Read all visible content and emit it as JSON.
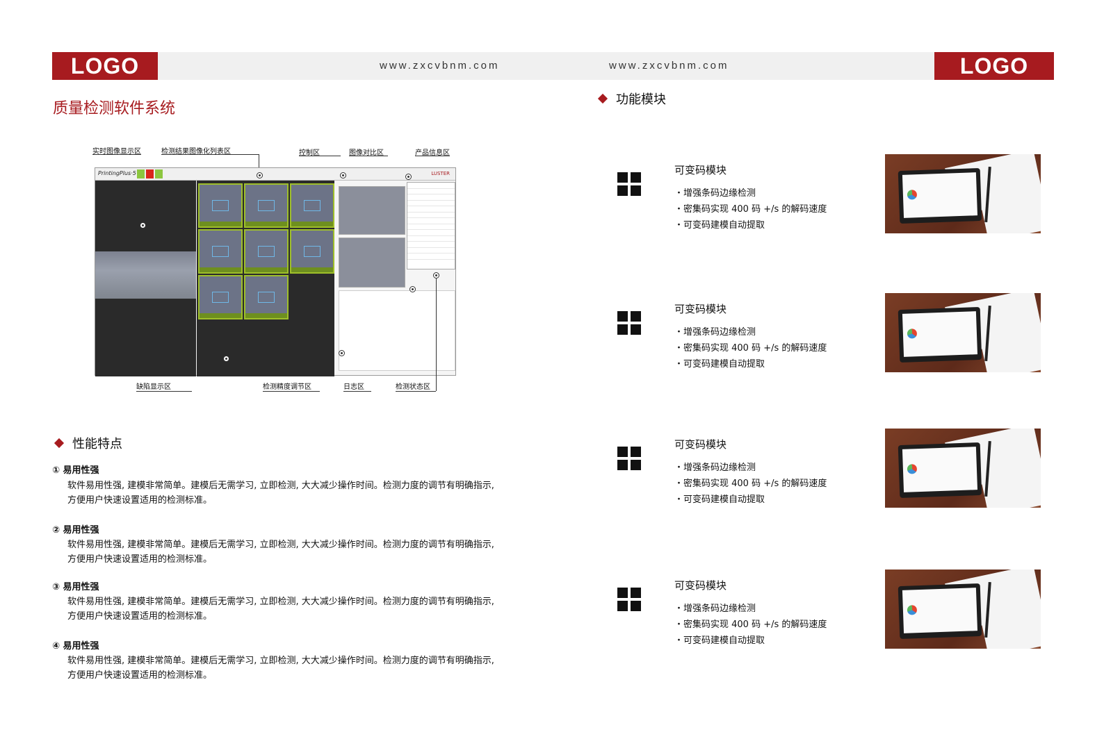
{
  "header": {
    "logo_left": "LOGO",
    "logo_right": "LOGO",
    "url_left": "www.zxcvbnm.com",
    "url_right": "www.zxcvbnm.com"
  },
  "page_title": "质量检测软件系统",
  "screenshot": {
    "callouts": {
      "realtime": "实时图像显示区",
      "result_list": "检测结果图像化列表区",
      "control": "控制区",
      "compare": "图像对比区",
      "product_info": "产品信息区",
      "defect": "缺陷显示区",
      "precision": "检测精度调节区",
      "log": "日志区",
      "status": "检测状态区"
    },
    "app_name": "PrintingPlus·5·",
    "brand": "LUSTER",
    "colors": {
      "green": "#8cc63f",
      "red": "#d9261c",
      "lime": "#9fbf2a"
    }
  },
  "performance": {
    "heading": "性能特点",
    "items": [
      {
        "num": "①",
        "title": "易用性强",
        "text": "软件易用性强, 建模非常简单。建模后无需学习, 立即检测, 大大减少操作时间。检测力度的调节有明确指示, 方便用户快速设置适用的检测标准。"
      },
      {
        "num": "②",
        "title": "易用性强",
        "text": "软件易用性强, 建模非常简单。建模后无需学习, 立即检测, 大大减少操作时间。检测力度的调节有明确指示, 方便用户快速设置适用的检测标准。"
      },
      {
        "num": "③",
        "title": "易用性强",
        "text": "软件易用性强, 建模非常简单。建模后无需学习, 立即检测, 大大减少操作时间。检测力度的调节有明确指示, 方便用户快速设置适用的检测标准。"
      },
      {
        "num": "④",
        "title": "易用性强",
        "text": "软件易用性强, 建模非常简单。建模后无需学习, 立即检测, 大大减少操作时间。检测力度的调节有明确指示, 方便用户快速设置适用的检测标准。"
      }
    ]
  },
  "modules": {
    "heading": "功能模块",
    "items": [
      {
        "title": "可变码模块",
        "bullets": [
          "・增强条码边缘检测",
          "・密集码实现 400 码 +/s 的解码速度",
          "・可变码建模自动提取"
        ]
      },
      {
        "title": "可变码模块",
        "bullets": [
          "・增强条码边缘检测",
          "・密集码实现 400 码 +/s 的解码速度",
          "・可变码建模自动提取"
        ]
      },
      {
        "title": "可变码模块",
        "bullets": [
          "・增强条码边缘检测",
          "・密集码实现 400 码 +/s 的解码速度",
          "・可变码建模自动提取"
        ]
      },
      {
        "title": "可变码模块",
        "bullets": [
          "・增强条码边缘检测",
          "・密集码实现 400 码 +/s 的解码速度",
          "・可变码建模自动提取"
        ]
      }
    ]
  },
  "colors": {
    "accent": "#a71b1f",
    "band": "#f0f0f0"
  }
}
